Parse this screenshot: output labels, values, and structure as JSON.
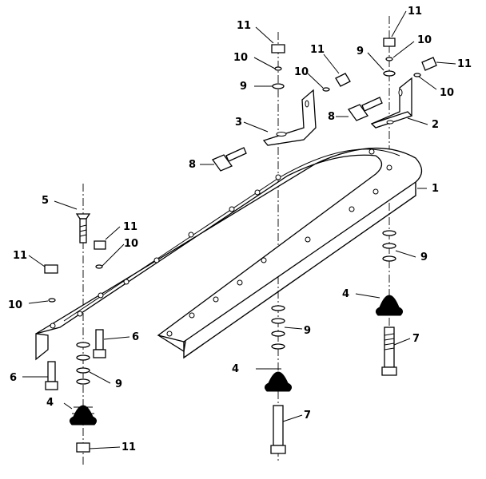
{
  "callouts": [
    {
      "id": "c1",
      "text": "1"
    },
    {
      "id": "c2",
      "text": "2"
    },
    {
      "id": "c3",
      "text": "3"
    },
    {
      "id": "c4a",
      "text": "4"
    },
    {
      "id": "c4b",
      "text": "4"
    },
    {
      "id": "c4c",
      "text": "4"
    },
    {
      "id": "c5",
      "text": "5"
    },
    {
      "id": "c6a",
      "text": "6"
    },
    {
      "id": "c6b",
      "text": "6"
    },
    {
      "id": "c7a",
      "text": "7"
    },
    {
      "id": "c7b",
      "text": "7"
    },
    {
      "id": "c8a",
      "text": "8"
    },
    {
      "id": "c8b",
      "text": "8"
    },
    {
      "id": "c9a",
      "text": "9"
    },
    {
      "id": "c9b",
      "text": "9"
    },
    {
      "id": "c9c",
      "text": "9"
    },
    {
      "id": "c9d",
      "text": "9"
    },
    {
      "id": "c9e",
      "text": "9"
    },
    {
      "id": "c10a",
      "text": "10"
    },
    {
      "id": "c10b",
      "text": "10"
    },
    {
      "id": "c10c",
      "text": "10"
    },
    {
      "id": "c10d",
      "text": "10"
    },
    {
      "id": "c10e",
      "text": "10"
    },
    {
      "id": "c10f",
      "text": "10"
    },
    {
      "id": "c11a",
      "text": "11"
    },
    {
      "id": "c11b",
      "text": "11"
    },
    {
      "id": "c11c",
      "text": "11"
    },
    {
      "id": "c11d",
      "text": "11"
    },
    {
      "id": "c11e",
      "text": "11"
    },
    {
      "id": "c11f",
      "text": "11"
    },
    {
      "id": "c11g",
      "text": "11"
    }
  ]
}
